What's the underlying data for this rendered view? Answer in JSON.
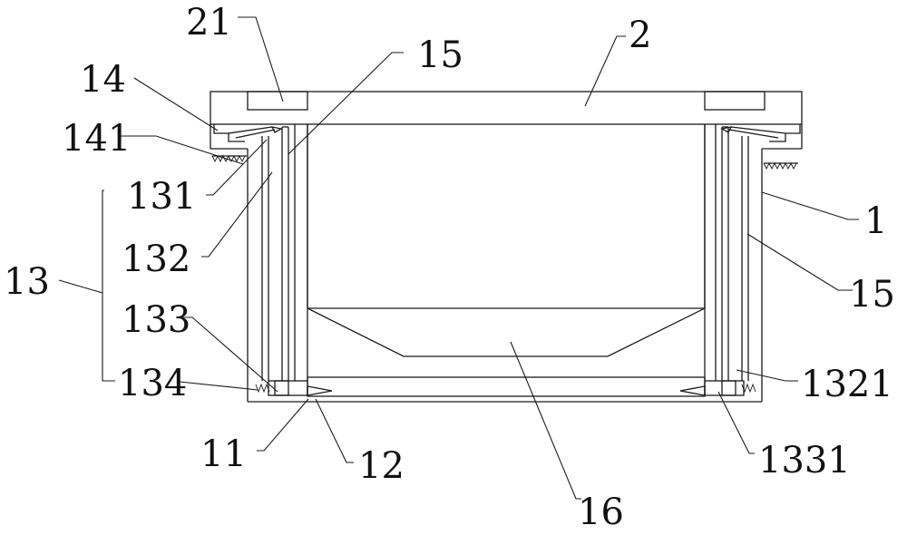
{
  "figure": {
    "labels": {
      "l1": "1",
      "l2": "2",
      "l11": "11",
      "l12": "12",
      "l13": "13",
      "l14": "14",
      "l15a": "15",
      "l15b": "15",
      "l16": "16",
      "l21": "21",
      "l131": "131",
      "l132": "132",
      "l133": "133",
      "l134": "134",
      "l141": "141",
      "l1321": "1321",
      "l1331": "1331"
    }
  }
}
